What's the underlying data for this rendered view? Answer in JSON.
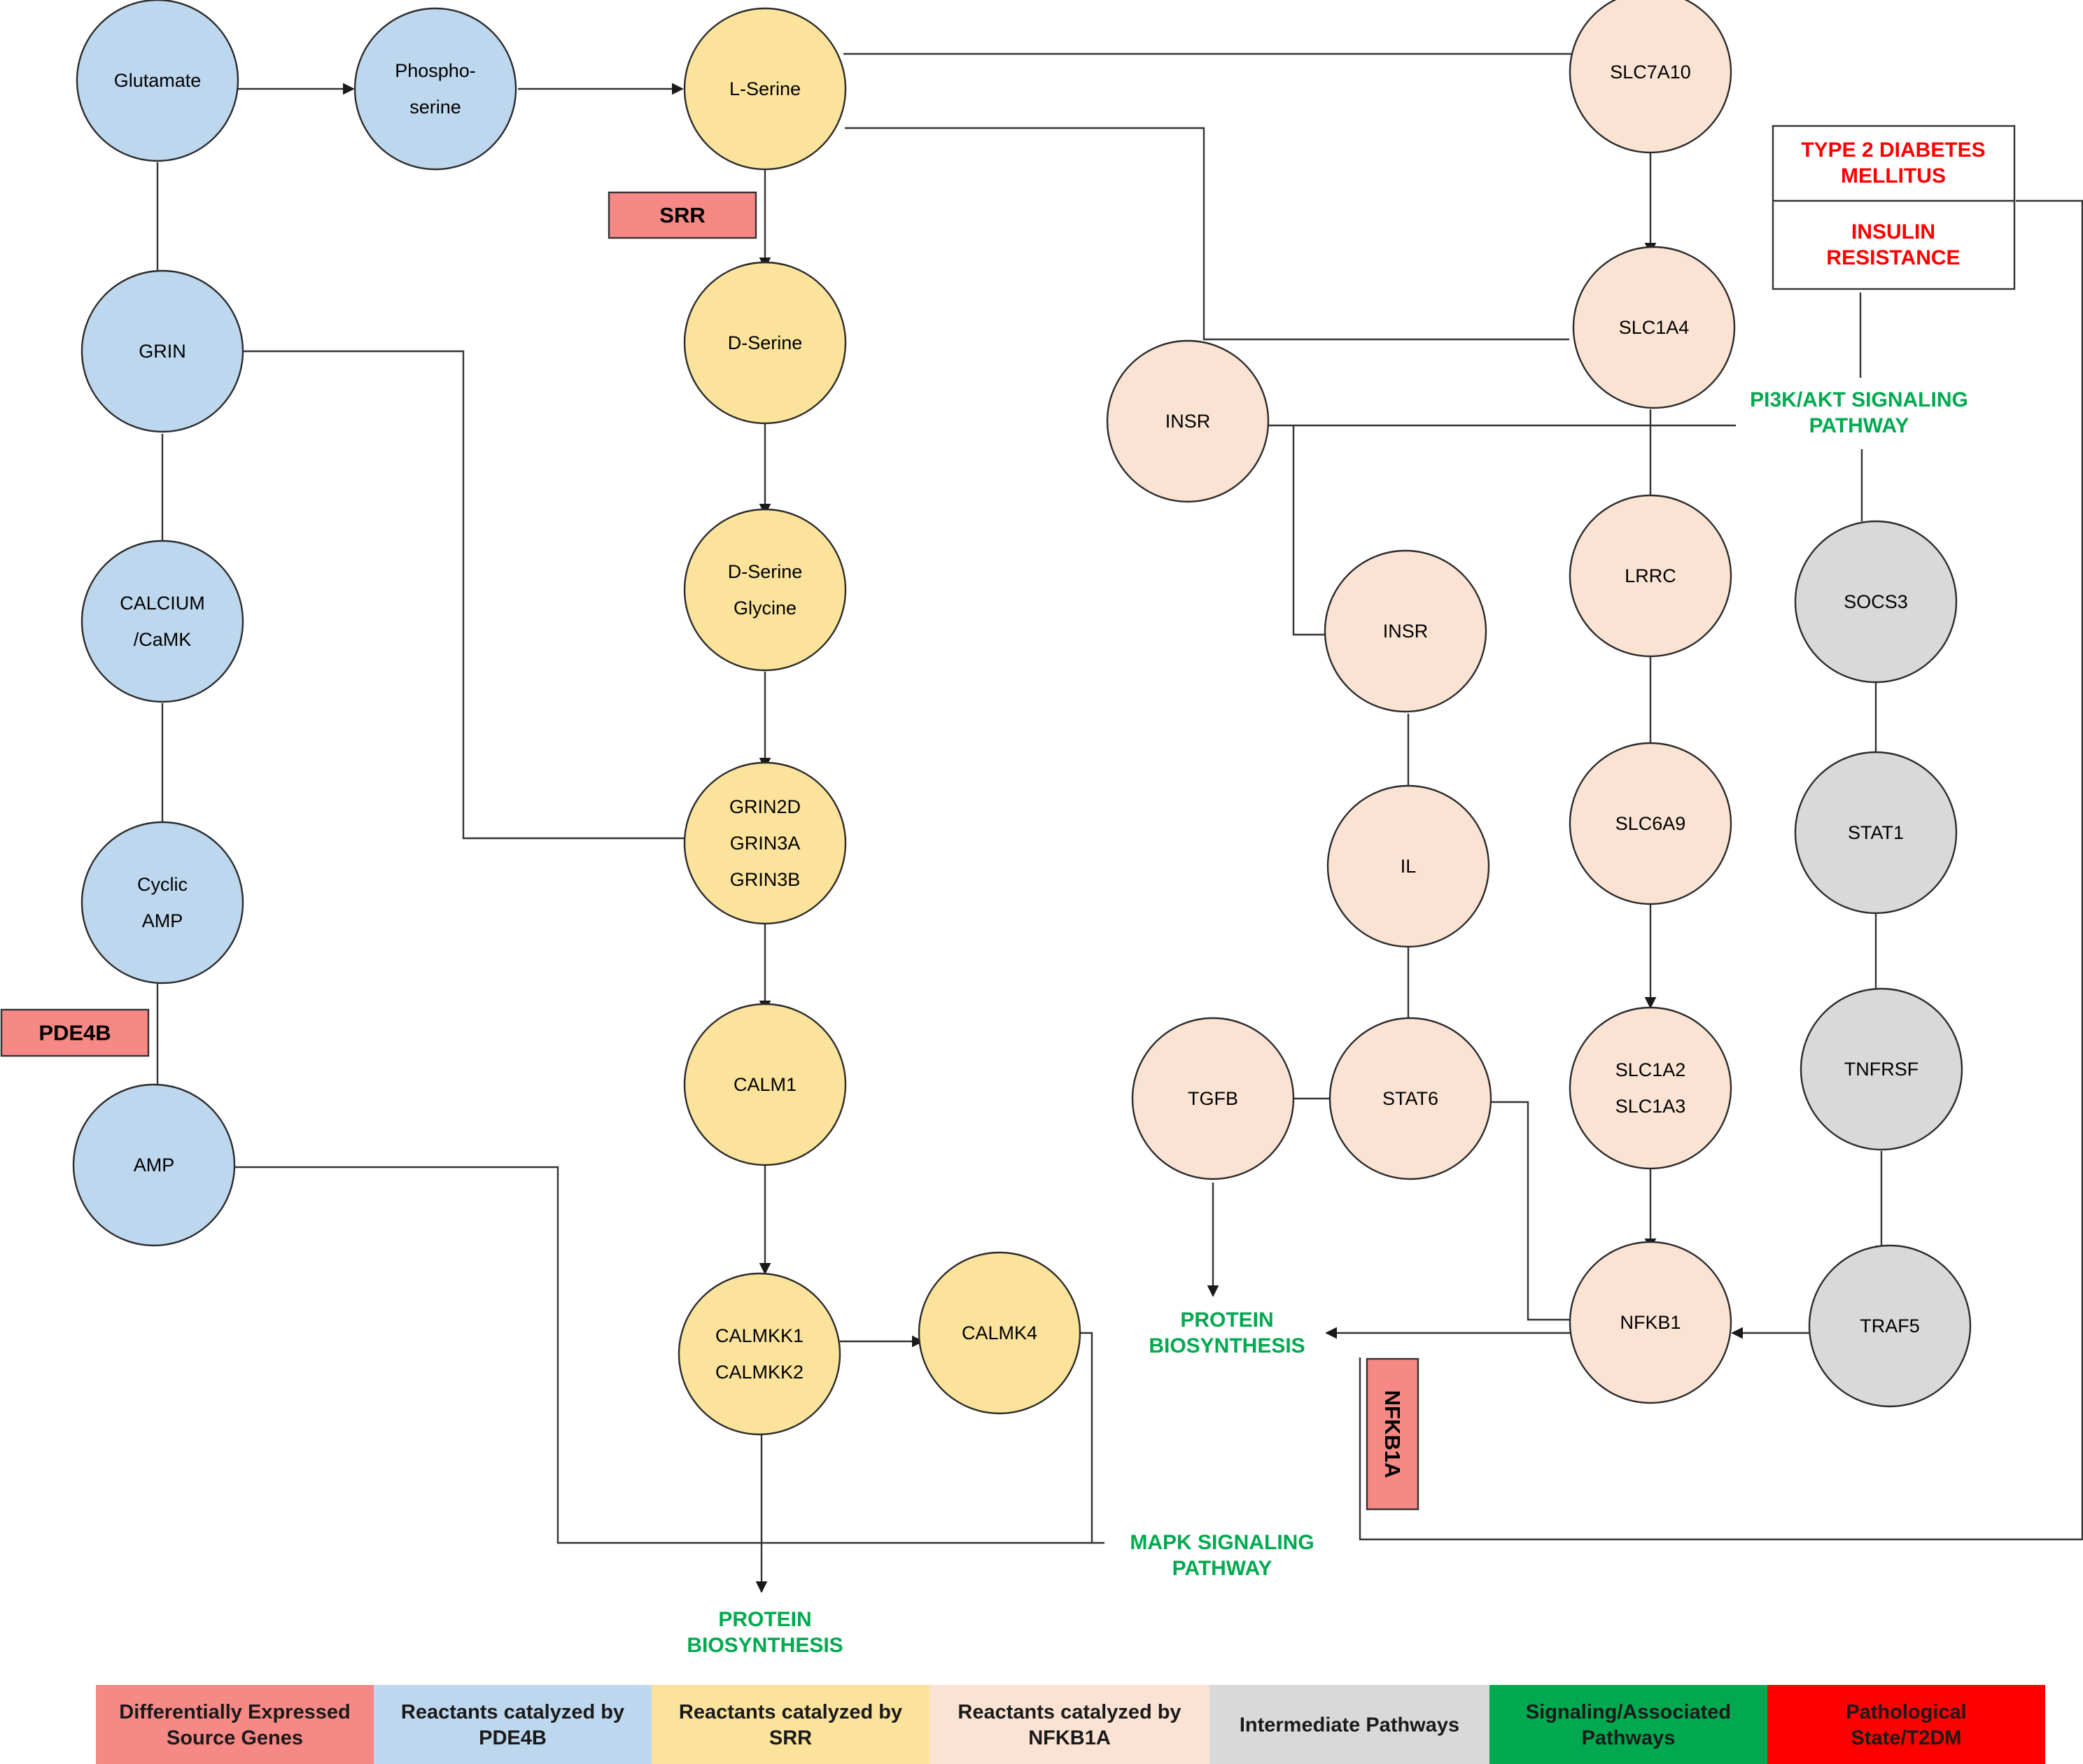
{
  "colors": {
    "blue": "#bdd7ee",
    "yellow": "#fbe39c",
    "peach": "#fbe3d4",
    "gray": "#d9d9d9",
    "pink": "#f68886",
    "green": "#00a94f",
    "red": "#ff0000",
    "line": "#333333"
  },
  "nodes": {
    "glutamate": {
      "lines": [
        "Glutamate"
      ],
      "group": "blue"
    },
    "phosphoserine": {
      "lines": [
        "Phospho-",
        "serine"
      ],
      "group": "blue"
    },
    "grin": {
      "lines": [
        "GRIN"
      ],
      "group": "blue"
    },
    "calcium": {
      "lines": [
        "CALCIUM",
        "/CaMK"
      ],
      "group": "blue"
    },
    "cyclic_amp": {
      "lines": [
        "Cyclic",
        "AMP"
      ],
      "group": "blue"
    },
    "amp": {
      "lines": [
        "AMP"
      ],
      "group": "blue"
    },
    "l_serine": {
      "lines": [
        "L-Serine"
      ],
      "group": "yellow"
    },
    "d_serine": {
      "lines": [
        "D-Serine"
      ],
      "group": "yellow"
    },
    "d_serine_glycine": {
      "lines": [
        "D-Serine",
        "Glycine"
      ],
      "group": "yellow"
    },
    "grin2d": {
      "lines": [
        "GRIN2D",
        "GRIN3A",
        "GRIN3B"
      ],
      "group": "yellow"
    },
    "calm1": {
      "lines": [
        "CALM1"
      ],
      "group": "yellow"
    },
    "calmkk": {
      "lines": [
        "CALMKK1",
        "CALMKK2"
      ],
      "group": "yellow"
    },
    "calmk4": {
      "lines": [
        "CALMK4"
      ],
      "group": "yellow"
    },
    "slc7a10": {
      "lines": [
        "SLC7A10"
      ],
      "group": "peach"
    },
    "slc1a4": {
      "lines": [
        "SLC1A4"
      ],
      "group": "peach"
    },
    "insr1": {
      "lines": [
        "INSR"
      ],
      "group": "peach"
    },
    "insr2": {
      "lines": [
        "INSR"
      ],
      "group": "peach"
    },
    "il": {
      "lines": [
        "IL"
      ],
      "group": "peach"
    },
    "tgfb": {
      "lines": [
        "TGFB"
      ],
      "group": "peach"
    },
    "stat6": {
      "lines": [
        "STAT6"
      ],
      "group": "peach"
    },
    "lrrc": {
      "lines": [
        "LRRC"
      ],
      "group": "peach"
    },
    "slc6a9": {
      "lines": [
        "SLC6A9"
      ],
      "group": "peach"
    },
    "slc1a2": {
      "lines": [
        "SLC1A2",
        "SLC1A3"
      ],
      "group": "peach"
    },
    "nfkb1": {
      "lines": [
        "NFKB1"
      ],
      "group": "peach"
    },
    "socs3": {
      "lines": [
        "SOCS3"
      ],
      "group": "gray"
    },
    "stat1": {
      "lines": [
        "STAT1"
      ],
      "group": "gray"
    },
    "tnfrsf": {
      "lines": [
        "TNFRSF"
      ],
      "group": "gray"
    },
    "traf5": {
      "lines": [
        "TRAF5"
      ],
      "group": "gray"
    }
  },
  "genes": {
    "srr": "SRR",
    "pde4b": "PDE4B",
    "nfkb1a": "NFKB1A"
  },
  "pathways": {
    "pi3k": [
      "PI3K/AKT SIGNALING",
      "PATHWAY"
    ],
    "protein_right": [
      "PROTEIN",
      "BIOSYNTHESIS"
    ],
    "protein_bottom": [
      "PROTEIN",
      "BIOSYNTHESIS"
    ],
    "mapk": [
      "MAPK SIGNALING",
      "PATHWAY"
    ]
  },
  "disease": {
    "t2dm": [
      "TYPE 2 DIABETES",
      "MELLITUS"
    ],
    "insulin": [
      "INSULIN",
      "RESISTANCE"
    ]
  },
  "legend": [
    {
      "lines": [
        "Differentially Expressed",
        "Source Genes"
      ],
      "color": "#f68886"
    },
    {
      "lines": [
        "Reactants catalyzed by",
        "PDE4B"
      ],
      "color": "#bdd7ee"
    },
    {
      "lines": [
        "Reactants catalyzed by",
        "SRR"
      ],
      "color": "#fbe39c"
    },
    {
      "lines": [
        "Reactants catalyzed by",
        "NFKB1A"
      ],
      "color": "#fbe3d4"
    },
    {
      "lines": [
        "Intermediate Pathways"
      ],
      "color": "#d9d9d9"
    },
    {
      "lines": [
        "Signaling/Associated",
        "Pathways"
      ],
      "color": "#00a94f"
    },
    {
      "lines": [
        "Pathological",
        "State/T2DM"
      ],
      "color": "#ff0000"
    }
  ]
}
